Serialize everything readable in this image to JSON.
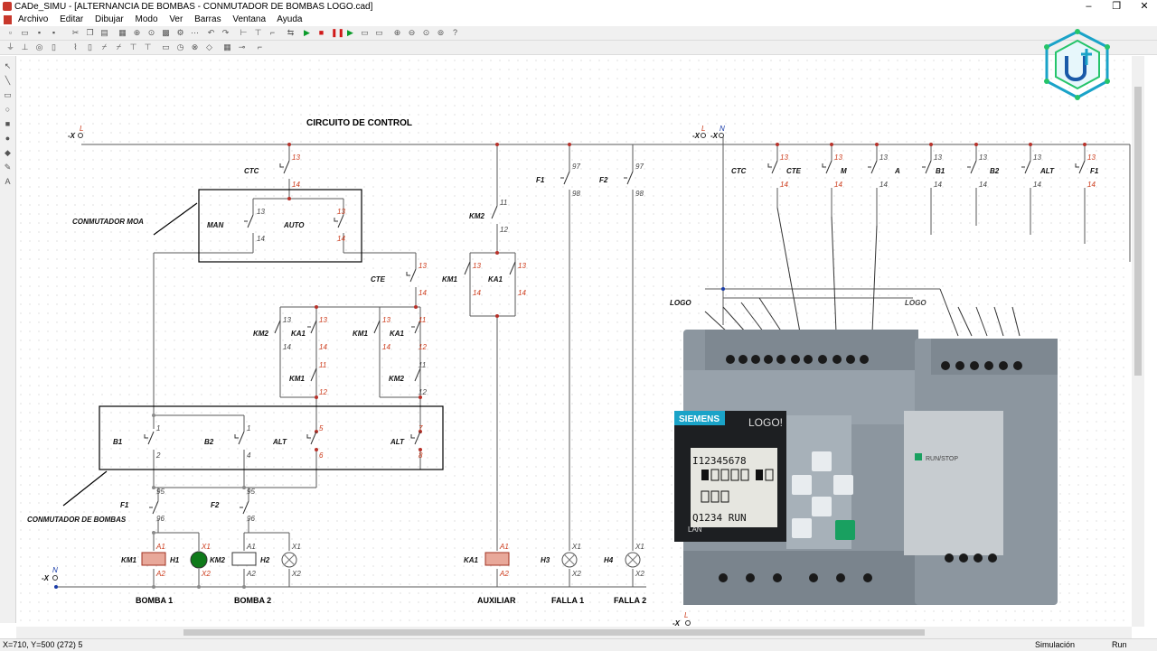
{
  "window": {
    "title": "CADe_SIMU - [ALTERNANCIA DE BOMBAS - CONMUTADOR DE BOMBAS LOGO.cad]",
    "min": "–",
    "max": "❐",
    "close": "✕"
  },
  "menu": [
    "Archivo",
    "Editar",
    "Dibujar",
    "Modo",
    "Ver",
    "Barras",
    "Ventana",
    "Ayuda"
  ],
  "diagram": {
    "title": "CIRCUITO DE CONTROL",
    "supply": {
      "line": "L",
      "neutral": "N",
      "line_label": "-X",
      "neutral_label": "-X"
    },
    "labels": {
      "ctc": "CTC",
      "cte": "CTE",
      "man": "MAN",
      "auto": "AUTO",
      "conmutador_moa": "CONMUTADOR MOA",
      "conmutador_bombas": "CONMUTADOR DE BOMBAS",
      "km1": "KM1",
      "km2": "KM2",
      "ka1": "KA1",
      "b1": "B1",
      "b2": "B2",
      "alt": "ALT",
      "f1": "F1",
      "f2": "F2",
      "h1": "H1",
      "h2": "H2",
      "h3": "H3",
      "h4": "H4",
      "bomba1": "BOMBA 1",
      "bomba2": "BOMBA 2",
      "auxiliar": "AUXILIAR",
      "falla1": "FALLA 1",
      "falla2": "FALLA 2",
      "logo": "LOGO",
      "m": "M",
      "a": "A"
    },
    "pins": {
      "p13": "13",
      "p14": "14",
      "p11": "11",
      "p12": "12",
      "p1": "1",
      "p2": "2",
      "p4": "4",
      "p5": "5",
      "p6": "6",
      "p7": "7",
      "p8": "8",
      "p95": "95",
      "p96": "96",
      "p97": "97",
      "p98": "98",
      "a1": "A1",
      "a2": "A2",
      "x1": "X1",
      "x2": "X2"
    }
  },
  "logo_device": {
    "brand": "SIEMENS",
    "model": "LOGO!",
    "lan": "LAN",
    "display_line1": "I12345678",
    "display_line3": "Q1234 RUN",
    "expansion_label": "RUN/STOP"
  },
  "status": {
    "coords": "X=710, Y=500 (272) 5",
    "mode": "Simulación",
    "state": "Run"
  },
  "colors": {
    "wire": "#5a5a5a",
    "pin_red": "#cc3a1a",
    "coil_fill": "#e8a89a",
    "lamp_on": "#0f7a1a",
    "logo_body": "#8c969f",
    "brand_teal": "#1aa3c8"
  }
}
